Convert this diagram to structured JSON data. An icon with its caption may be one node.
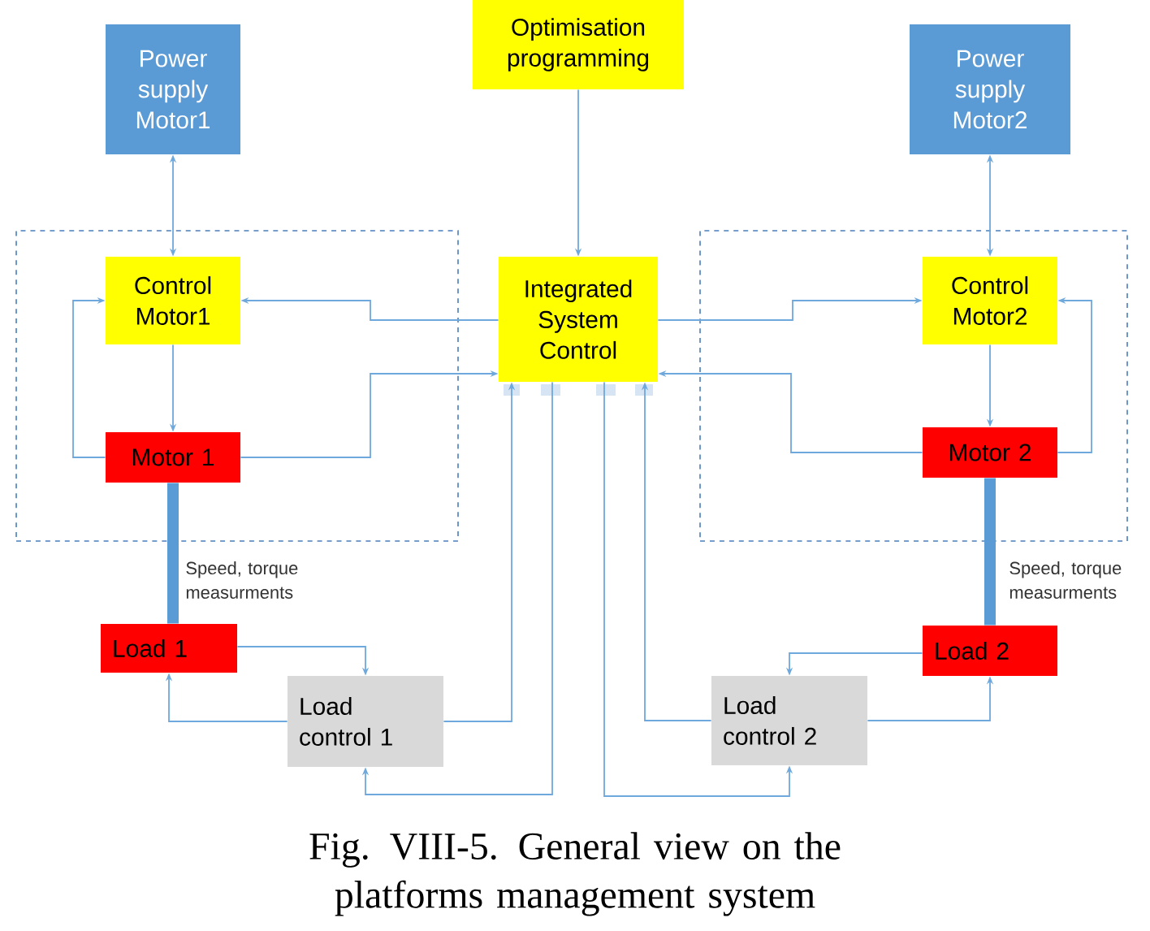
{
  "diagram": {
    "caption": "Fig. VIII-5. General view on the platforms management system",
    "nodes": [
      {
        "text": [
          "Power supply Motor1"
        ]
      },
      {
        "text": [
          "Optimisation programming"
        ]
      },
      {
        "text": [
          "Power supply Motor2"
        ]
      },
      {
        "text": [],
        "shape": "box"
      },
      {
        "text": [
          "Control Motor1"
        ],
        "in": 3
      },
      {
        "text": [
          "Integrated System Control"
        ]
      },
      {
        "text": [],
        "shape": "box"
      },
      {
        "text": [
          "Control Motor2"
        ],
        "in": 6
      },
      {
        "text": [
          "Motor 1"
        ],
        "in": 3
      },
      {
        "text": [
          "Motor 2"
        ],
        "in": 6
      },
      {
        "text": [
          "Load 1"
        ]
      },
      {
        "text": [
          "Load 2"
        ]
      },
      {
        "text": [
          "Load control 1"
        ]
      },
      {
        "text": [
          "Load control 2"
        ]
      }
    ],
    "edges": [
      {
        "from": 0,
        "to": 4,
        "arrow": "both"
      },
      {
        "from": 1,
        "to": 5,
        "arrow": "to"
      },
      {
        "from": 2,
        "to": 7,
        "arrow": "both"
      },
      {
        "from": 5,
        "to": 4,
        "arrow": "to"
      },
      {
        "from": 4,
        "to": 8,
        "arrow": "to"
      },
      {
        "from": 8,
        "to": 4,
        "arrow": "to"
      },
      {
        "from": 8,
        "to": 5,
        "arrow": "to"
      },
      {
        "from": 5,
        "to": 7,
        "arrow": "to"
      },
      {
        "from": 7,
        "to": 9,
        "arrow": "to"
      },
      {
        "from": 9,
        "to": 7,
        "arrow": "to"
      },
      {
        "from": 9,
        "to": 5,
        "arrow": "to"
      },
      {
        "from": 8,
        "to": 10,
        "arrow": "none",
        "style": "thick",
        "color": "#5b9bd5",
        "label": "Speed, torque measurments"
      },
      {
        "from": 10,
        "to": 12,
        "arrow": "to"
      },
      {
        "from": 12,
        "to": 10,
        "arrow": "to"
      },
      {
        "from": 12,
        "to": 5,
        "arrow": "to"
      },
      {
        "from": 5,
        "to": 12,
        "arrow": "to"
      },
      {
        "from": 11,
        "to": 13,
        "arrow": "to"
      },
      {
        "from": 13,
        "to": 11,
        "arrow": "to"
      },
      {
        "from": 13,
        "to": 5,
        "arrow": "to"
      },
      {
        "from": 5,
        "to": 13,
        "arrow": "to"
      },
      {
        "from": 9,
        "to": 11,
        "arrow": "none",
        "style": "thick",
        "color": "#5b9bd5",
        "label": "Speed, torque measurments"
      }
    ]
  }
}
